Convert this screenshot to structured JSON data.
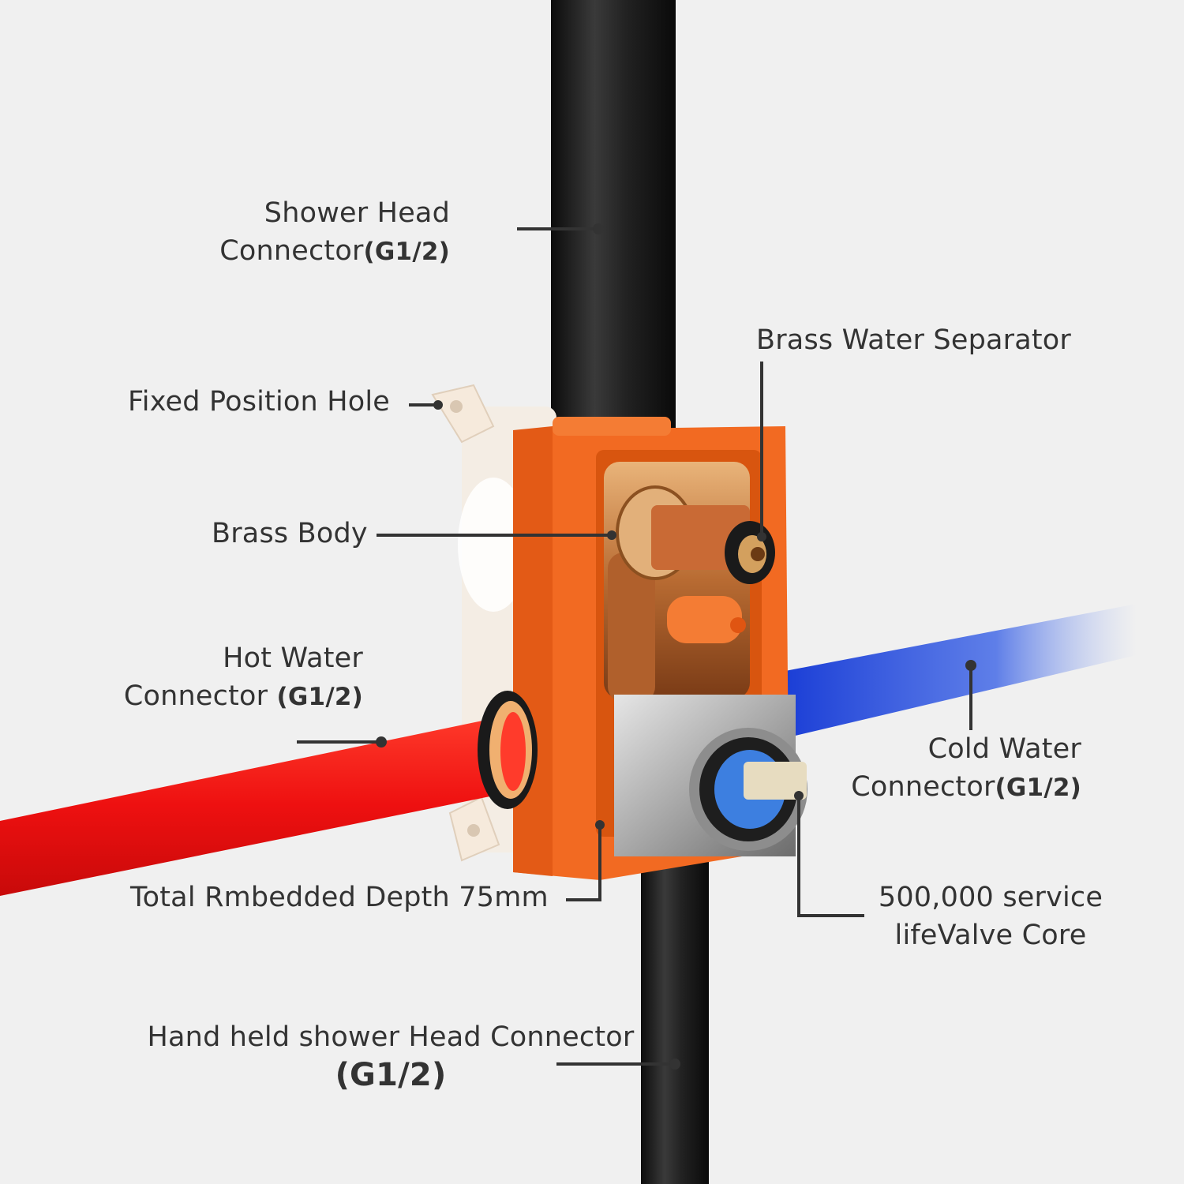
{
  "colors": {
    "background": "#f0f0f0",
    "pipe_black": "#1e1e1e",
    "hot_pipe": "#f01414",
    "cold_pipe": "#1e3fd8",
    "box_orange": "#f26a22",
    "brass": "#c48a4a",
    "valve_steel": "#bdbdbd",
    "label_text": "#333333",
    "leader_line": "#333333"
  },
  "labels": {
    "shower_head": {
      "line1": "Shower Head",
      "line2": "Connector",
      "spec": "(G1/2)"
    },
    "fixed_hole": {
      "text": "Fixed Position Hole"
    },
    "brass_body": {
      "text": "Brass Body"
    },
    "hot_water": {
      "line1": "Hot Water",
      "line2": "Connector",
      "spec": "(G1/2)"
    },
    "depth": {
      "text": "Total Rmbedded Depth 75mm"
    },
    "hand_held": {
      "line1": "Hand held shower Head Connector",
      "spec": "(G1/2)"
    },
    "brass_separator": {
      "text": "Brass Water Separator"
    },
    "cold_water": {
      "line1": "Cold Water",
      "line2": "Connector",
      "spec": "(G1/2)"
    },
    "valve_core": {
      "line1": "500,000 service",
      "line2": "lifeValve Core"
    }
  },
  "icons": {
    "pipe": "black-vertical-pipe-icon",
    "hot": "red-hot-pipe-icon",
    "cold": "blue-cold-pipe-icon",
    "box": "orange-valve-box-icon",
    "valve": "valve-core-icon"
  }
}
